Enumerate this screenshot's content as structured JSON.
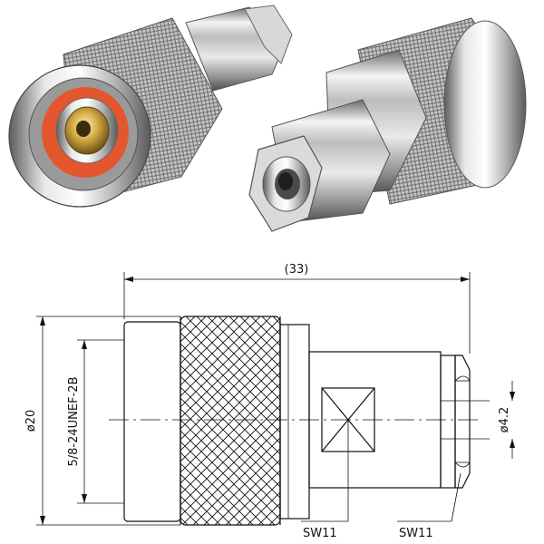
{
  "photo": {
    "left_view": "n-connector-front-view",
    "right_view": "n-connector-rear-view",
    "colors": {
      "chrome_light": "#f2f2f2",
      "chrome_mid": "#b9b9b9",
      "chrome_dark": "#5a5a5a",
      "gold": "#c9a13a",
      "insulator": "#e4572e"
    }
  },
  "drawing": {
    "overall_length": "(33)",
    "diameter_outer": "ø20",
    "thread_spec": "5/8-24UNEF-2B",
    "cable_bore": "ø4.2",
    "wrench_flats_body": "SW11",
    "wrench_flats_nut": "SW11"
  }
}
